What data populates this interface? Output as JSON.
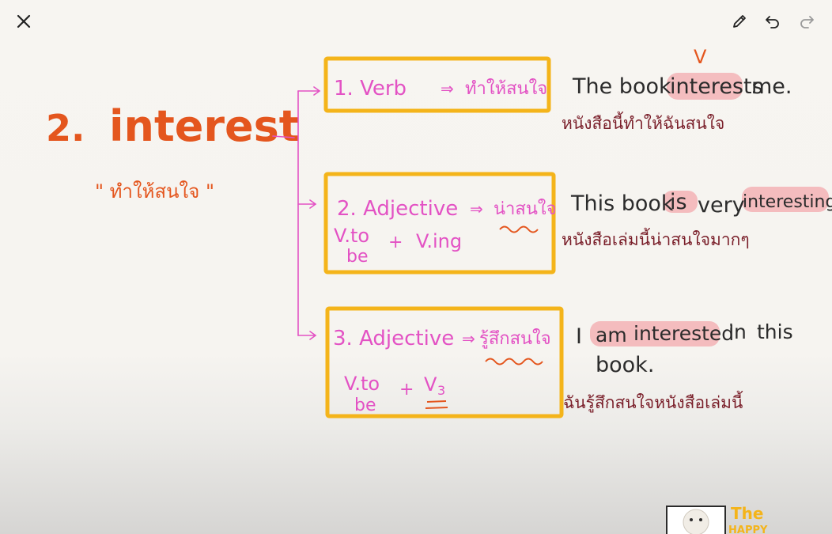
{
  "toolbar": {
    "close": "close",
    "pen": "pen",
    "undo": "undo",
    "redo": "redo"
  },
  "note": {
    "heading_number": "2.",
    "heading_word": "interest",
    "meaning": "\" ทำให้สนใจ \"",
    "box1": {
      "label": "1. Verb",
      "arrow": "⇒",
      "thai": "ทำให้สนใจ",
      "example_parts": [
        "The book",
        "interests",
        "me."
      ],
      "example_th": "หนังสือนี้ทำให้ฉันสนใจ",
      "mark": "V"
    },
    "box2": {
      "label": "2. Adjective",
      "arrow": "⇒",
      "thai": "น่าสนใจ",
      "formula_a": "V.to",
      "formula_a2": "be",
      "plus": "+",
      "formula_b": "V.ing",
      "example_parts": [
        "This book",
        "is",
        "very",
        "interesting."
      ],
      "example_th": "หนังสือเล่มนี้น่าสนใจมากๆ"
    },
    "box3": {
      "label": "3. Adjective",
      "arrow": "⇒",
      "thai": "รู้สึกสนใจ",
      "formula_a": "V.to",
      "formula_a2": "be",
      "plus": "+",
      "formula_b": "V",
      "formula_b_sub": "3",
      "example_parts": [
        "I",
        "am",
        "interested",
        "in",
        "this"
      ],
      "example_line2": "book.",
      "example_th": "ฉันรู้สึกสนใจหนังสือเล่มนี้"
    }
  },
  "logo": {
    "line1": "The",
    "line2": "HAPPY"
  },
  "colors": {
    "orange": "#e4561e",
    "pink": "#e352c4",
    "box": "#f4b41a",
    "dark": "#2b2b2b",
    "maroon": "#7a1f2a",
    "highlight": "#f3a9ad"
  }
}
